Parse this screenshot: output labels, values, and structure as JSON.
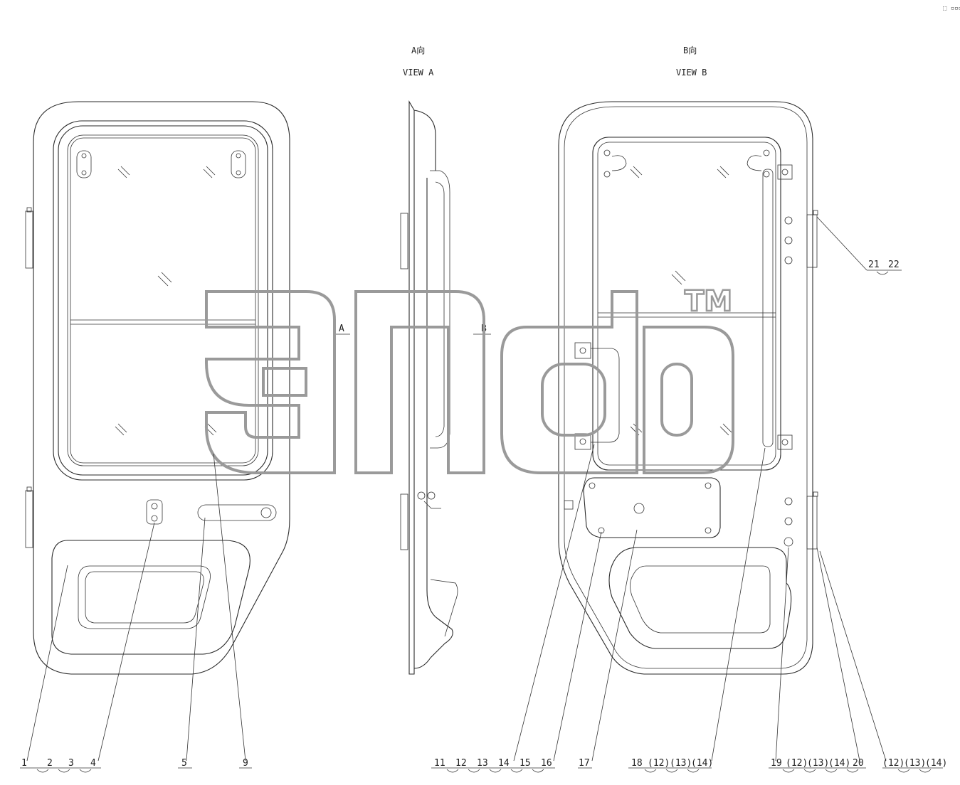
{
  "views": {
    "view_a": {
      "title_cn": "A向",
      "title_en": "VIEW A"
    },
    "view_b": {
      "title_cn": "B向",
      "title_en": "VIEW B"
    }
  },
  "section_marks": {
    "a": "A",
    "b": "B"
  },
  "watermark": {
    "trademark": "TM"
  },
  "corner_mark": "⬚ ▫▫▫",
  "callouts_left": [
    "1",
    "2",
    "3",
    "4",
    "5",
    "9"
  ],
  "callouts_middle": [
    "11",
    "12",
    "13",
    "14",
    "15",
    "16",
    "17"
  ],
  "callouts_right": [
    "18",
    "(12)",
    "(13)",
    "(14)",
    "19",
    "(12)",
    "(13)",
    "(14)",
    "20",
    "(12)",
    "(13)",
    "(14)"
  ],
  "callouts_hinge": [
    "21",
    "22"
  ]
}
